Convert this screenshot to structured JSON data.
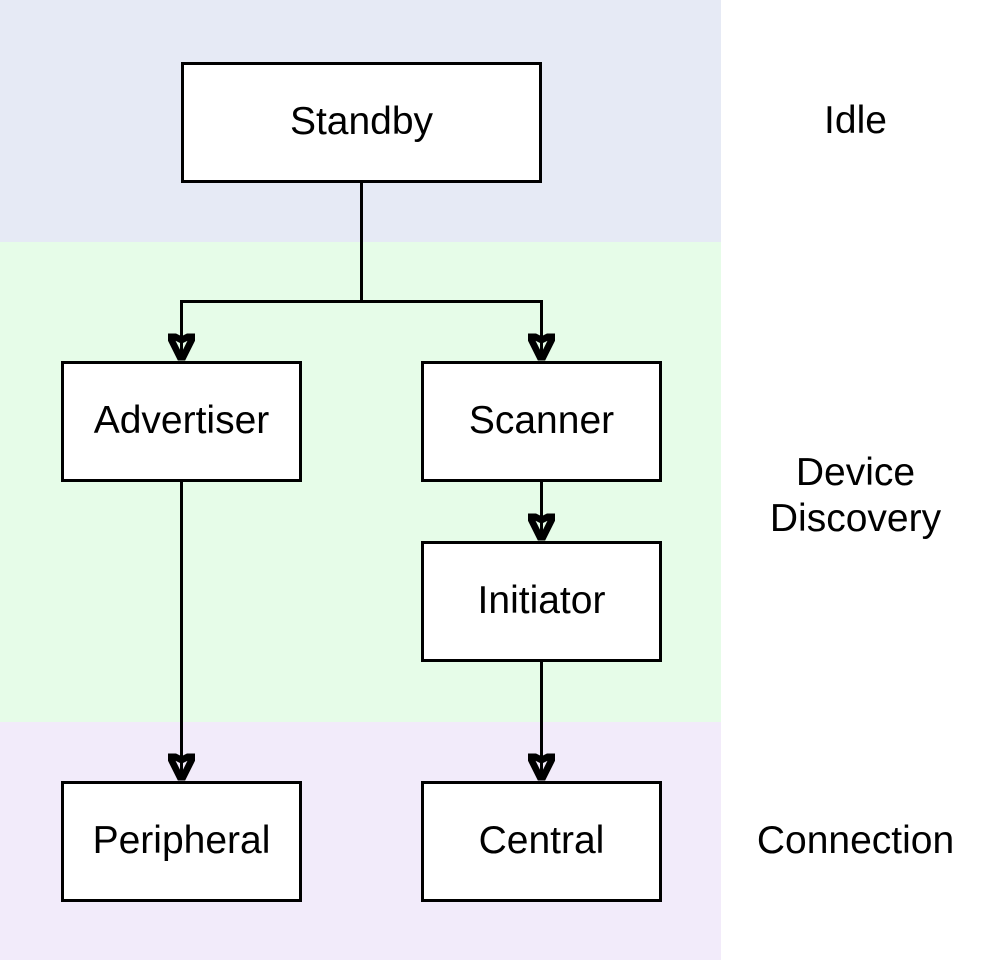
{
  "colors": {
    "band_idle": "#e6eaf5",
    "band_discovery": "#e6fce8",
    "band_connection": "#f2ebfa",
    "node_fill": "#ffffff",
    "stroke": "#000000"
  },
  "nodes": {
    "standby": "Standby",
    "advertiser": "Advertiser",
    "scanner": "Scanner",
    "initiator": "Initiator",
    "peripheral": "Peripheral",
    "central": "Central"
  },
  "band_labels": {
    "idle": "Idle",
    "discovery": "Device\nDiscovery",
    "connection": "Connection"
  },
  "edges": [
    {
      "from": "Standby",
      "to": "Advertiser"
    },
    {
      "from": "Standby",
      "to": "Scanner"
    },
    {
      "from": "Advertiser",
      "to": "Peripheral"
    },
    {
      "from": "Scanner",
      "to": "Initiator"
    },
    {
      "from": "Initiator",
      "to": "Central"
    }
  ]
}
